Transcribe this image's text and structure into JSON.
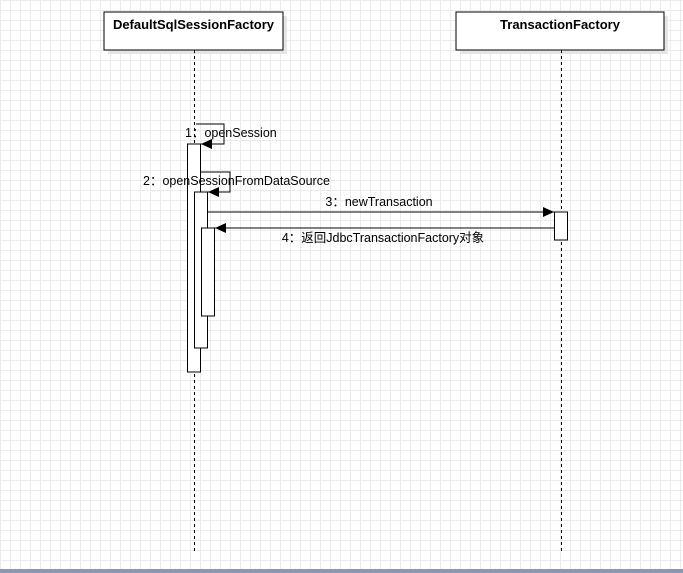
{
  "participants": [
    {
      "name": "DefaultSqlSessionFactory"
    },
    {
      "name": "TransactionFactory"
    }
  ],
  "messages": [
    {
      "label": "1：openSession",
      "type": "self"
    },
    {
      "label": "2：openSessionFromDataSource",
      "type": "self"
    },
    {
      "label": "3：newTransaction",
      "type": "call"
    },
    {
      "label": "4：返回JdbcTransactionFactory对象",
      "type": "return"
    }
  ],
  "colors": {
    "line": "#000000",
    "box_fill": "#ffffff",
    "shadow": "#e5e5e5",
    "bottom_bar": "#8a98ae"
  }
}
